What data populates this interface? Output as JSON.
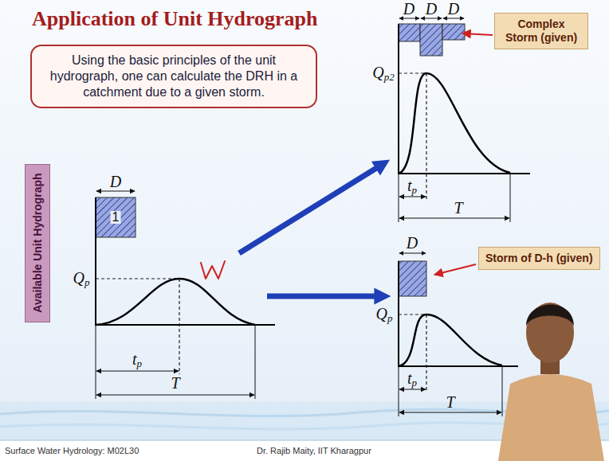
{
  "diagram": {
    "title": "Application of Unit Hydrograph",
    "nodes": [
      {
        "text": [
          "Using the basic principles of the unit hydrograph, one can calculate the DRH in a catchment due to a given storm."
        ]
      },
      {
        "text": [
          "Complex Storm (given)"
        ]
      },
      {
        "text": [
          "Available Unit Hydrograph"
        ]
      },
      {
        "text": [
          "Storm of D-h (given)"
        ]
      }
    ],
    "labels": [
      "D",
      "1",
      "Qp",
      "tp",
      "T",
      "D",
      "D",
      "D",
      "Qp2",
      "tp",
      "T",
      "D",
      "Qp",
      "tp",
      "T",
      "Surface Water Hydrology: M02L30",
      "Dr. Rajib Maity, IIT Kharagpur"
    ]
  }
}
